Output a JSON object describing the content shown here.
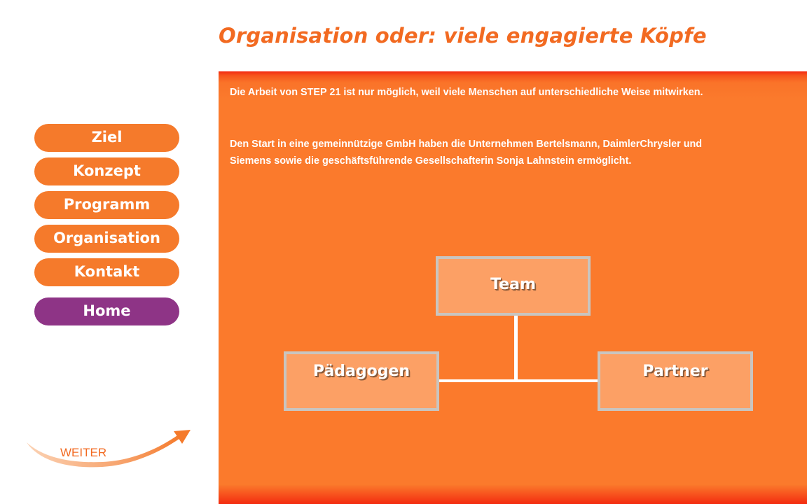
{
  "page": {
    "title": "Organisation oder: viele engagierte Köpfe"
  },
  "nav": {
    "items": [
      {
        "label": "Ziel"
      },
      {
        "label": "Konzept"
      },
      {
        "label": "Programm"
      },
      {
        "label": "Organisation"
      },
      {
        "label": "Kontakt"
      }
    ],
    "home_label": "Home"
  },
  "content": {
    "paragraph1": "Die Arbeit von STEP 21 ist nur möglich, weil viele Menschen auf unterschiedliche Weise mitwirken.",
    "paragraph2": "Den Start in eine gemeinnützige GmbH haben die Unternehmen Bertelsmann, DaimlerChrysler und Siemens sowie die geschäftsführende Gesellschafterin Sonja Lahnstein ermöglicht."
  },
  "diagram": {
    "team": "Team",
    "paedagogen": "Pädagogen",
    "partner": "Partner"
  },
  "footer": {
    "next_label": "WEITER"
  },
  "colors": {
    "accent": "#f26a21",
    "panel": "#fb7a2c",
    "nav_button": "#f57a2b",
    "home_button": "#8e3486",
    "box_fill": "#fca065",
    "box_border": "#c9c5c0"
  }
}
